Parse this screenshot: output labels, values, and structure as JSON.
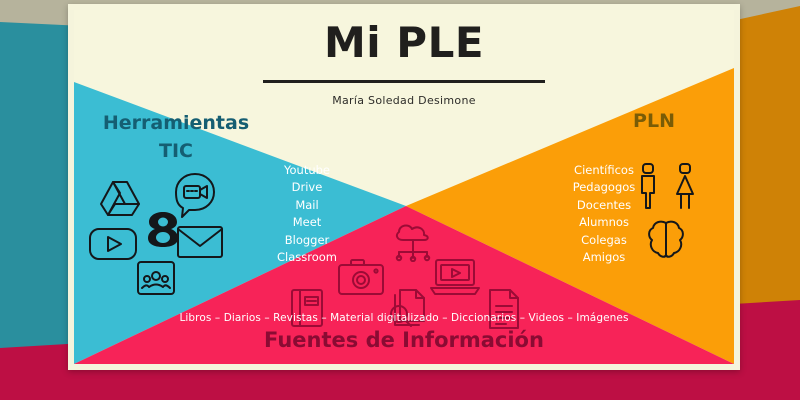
{
  "header": {
    "title": "Mi PLE",
    "author": "María Soledad Desimone"
  },
  "sections": {
    "tic": {
      "heading_line1": "Herramientas",
      "heading_line2": "TIC",
      "items": [
        "Youtube",
        "Drive",
        "Mail",
        "Meet",
        "Blogger",
        "Classroom"
      ],
      "icons": [
        "drive-icon",
        "meet-icon",
        "youtube-icon",
        "blogger-icon",
        "gmail-icon",
        "classroom-icon"
      ],
      "color": "#3bbdd3",
      "heading_color": "#155e72"
    },
    "pln": {
      "heading": "PLN",
      "items": [
        "Científicos",
        "Pedagogos",
        "Docentes",
        "Alumnos",
        "Colegas",
        "Amigos"
      ],
      "icons": [
        "person-male-icon",
        "person-female-icon",
        "brain-icon"
      ],
      "color": "#fb9e08",
      "heading_color": "#7a5c06"
    },
    "fuentes": {
      "heading": "Fuentes de Información",
      "items_line": "Libros – Diarios – Revistas – Material digitalizado – Diccionarios – Videos – Imágenes",
      "icons": [
        "cloud-icon",
        "camera-icon",
        "laptop-video-icon",
        "book-icon",
        "document-search-icon",
        "document-icon"
      ],
      "color": "#f72358",
      "heading_color": "#8a0b33"
    }
  },
  "palette": {
    "card_background": "#f7f6dd",
    "outer_teal": "#2a8f9e",
    "outer_gray": "#b6b39c",
    "outer_orange": "#cf8206",
    "outer_crimson": "#bd0f44",
    "title_color": "#201f1d"
  }
}
